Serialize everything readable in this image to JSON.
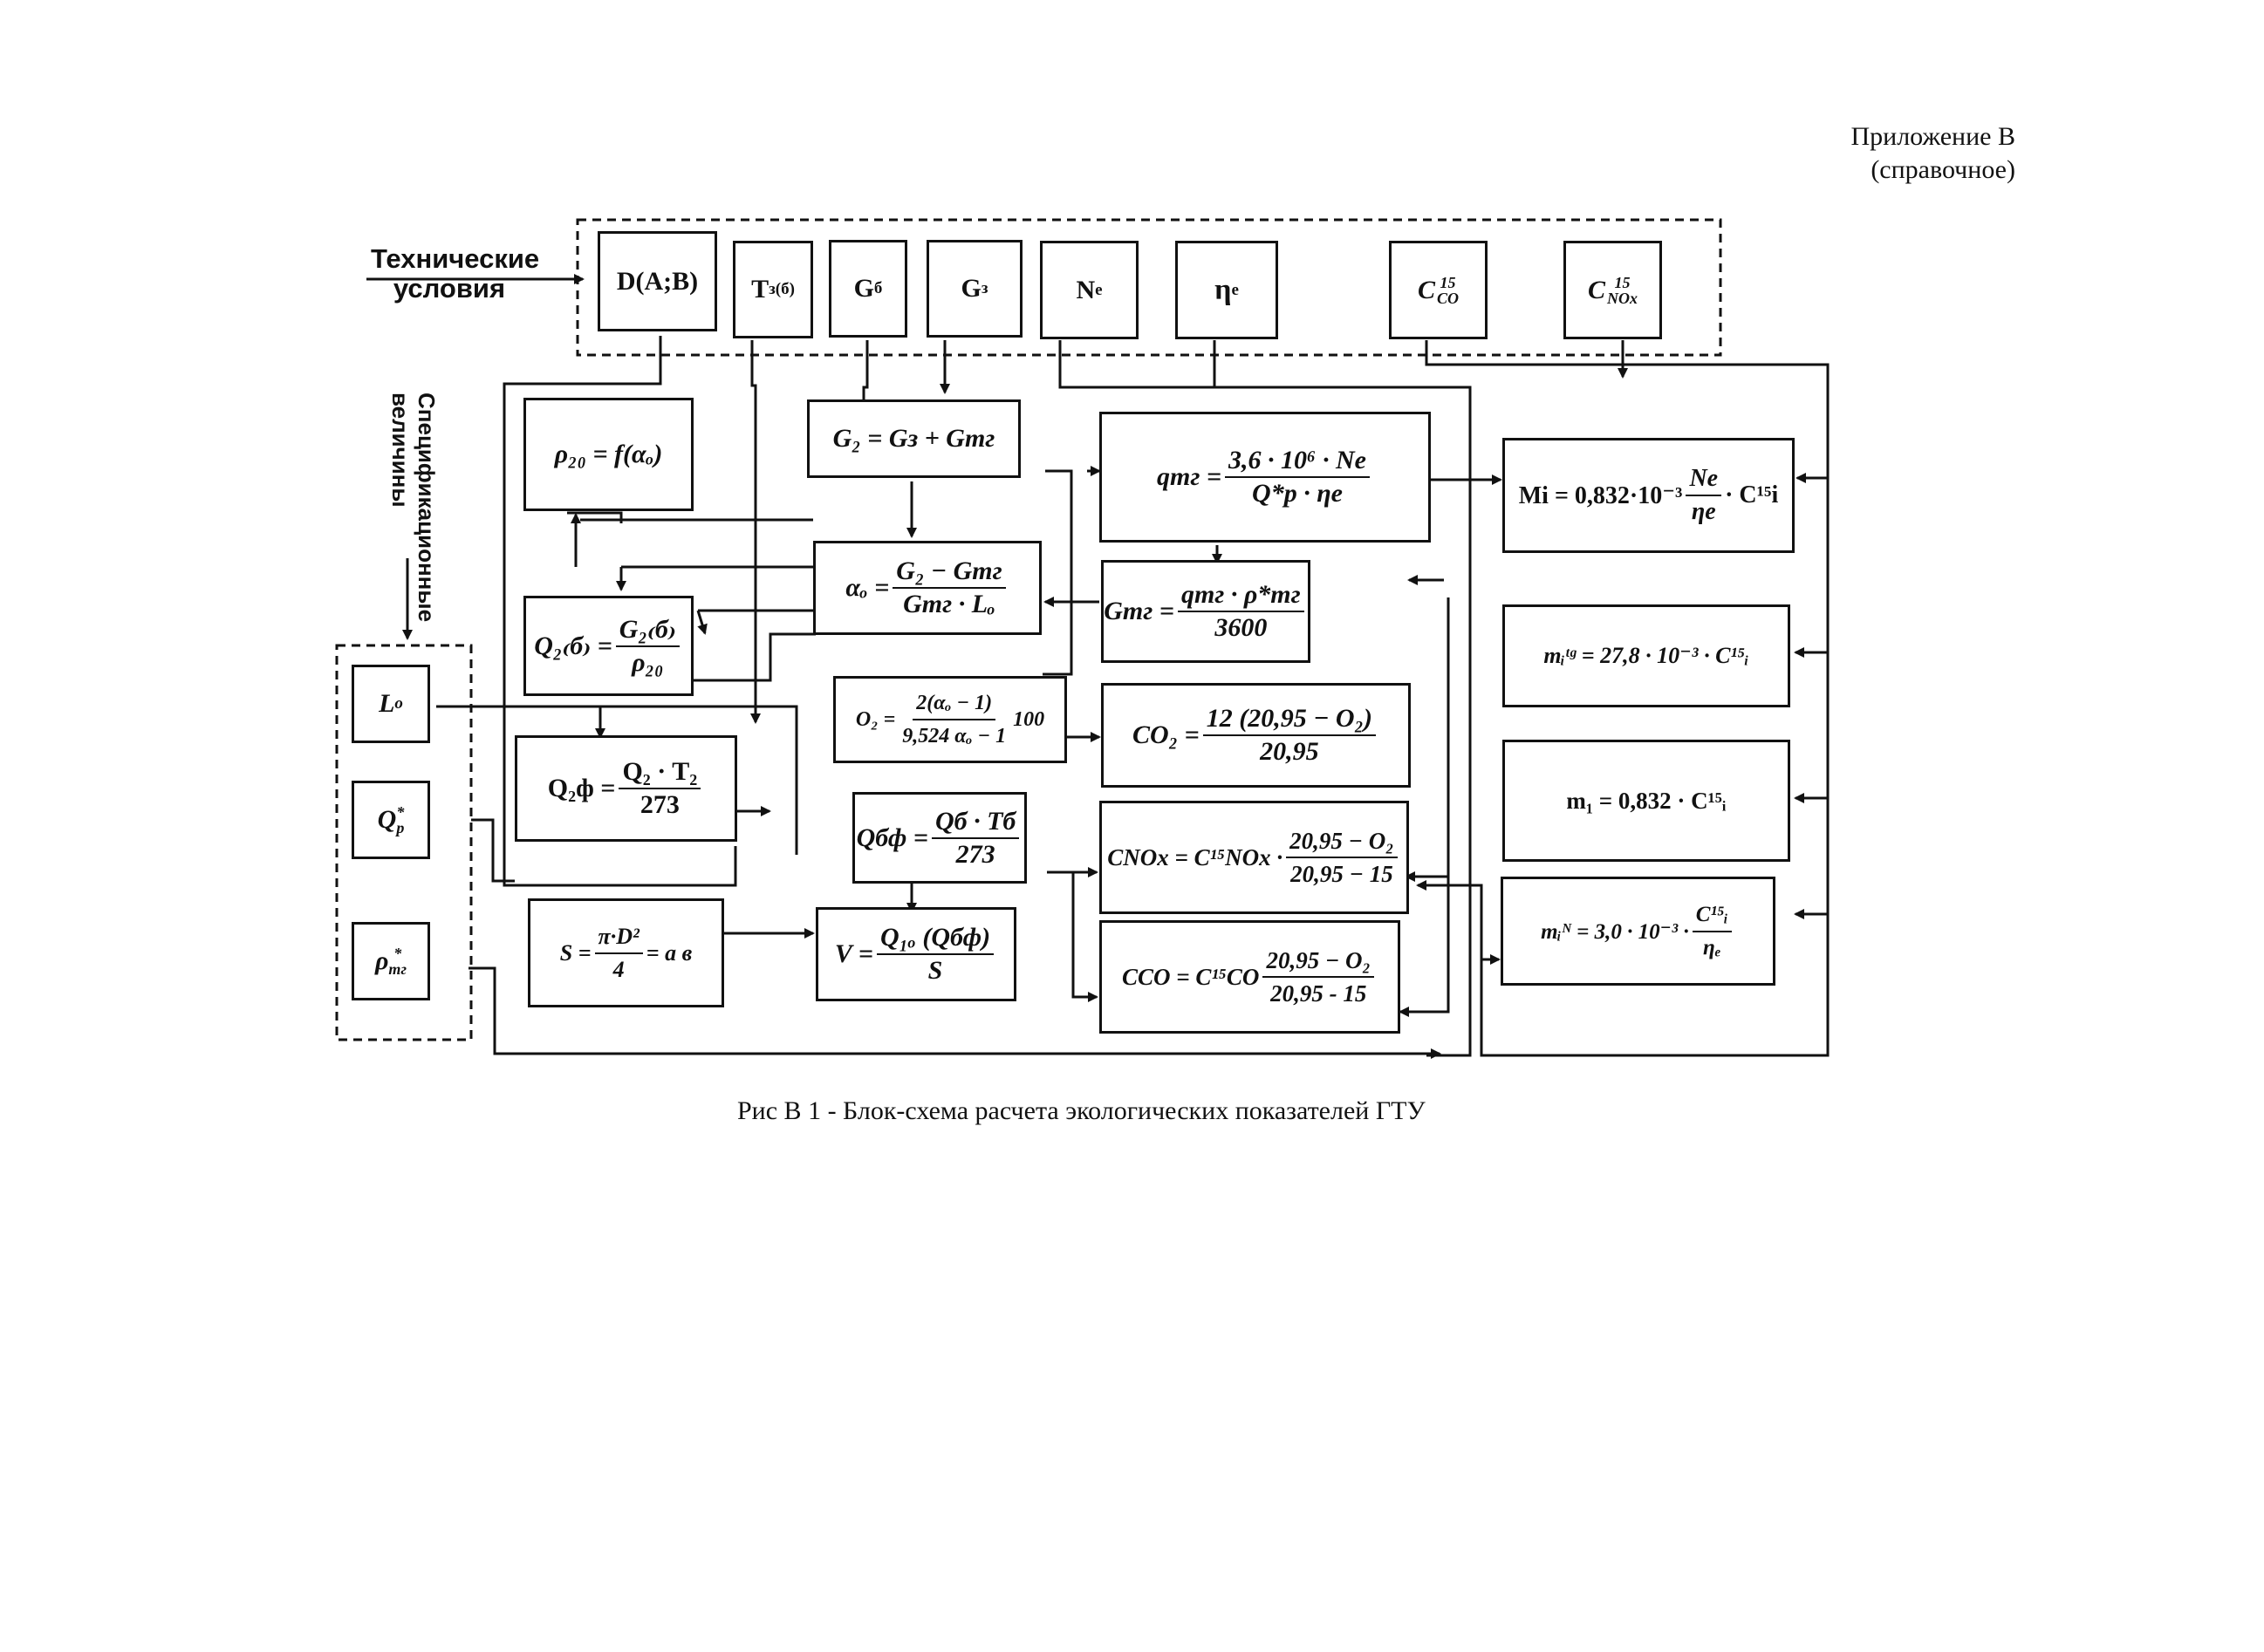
{
  "header": {
    "line1": "Приложение В",
    "line2": "(справочное)"
  },
  "labels": {
    "tech_conditions": "Технические условия",
    "spec_values": "Спецификационные величины"
  },
  "input_boxes": {
    "d": "D(A;B)",
    "t": "T",
    "t_sub": "з(б)",
    "gb": "G",
    "gb_sub": "б",
    "gz": "G",
    "gz_sub": "з",
    "ne": "N",
    "ne_sub": "e",
    "eta": "η",
    "eta_sub": "e",
    "cco": "C",
    "cco_sup": "15",
    "cco_sub": "CO",
    "cnox": "C",
    "cnox_sup": "15",
    "cnox_sub": "NOx"
  },
  "spec_boxes": {
    "l0": "L",
    "l0_sub": "o",
    "qr": "Q",
    "qr_sup": "*",
    "qr_sub": "p",
    "rho": "ρ",
    "rho_sup": "*",
    "rho_sub": "тг"
  },
  "formulas": {
    "rho20": "ρ₂₀ = f(αₒ)",
    "g2": "G₂ = Gз + Gтг",
    "alpha_lhs": "αₒ =",
    "alpha_num": "G₂ − Gтг",
    "alpha_den": "Gтг · Lₒ",
    "q2_lhs": "Q₂₍б₎ =",
    "q2_num": "G₂₍б₎",
    "q2_den": "ρ₂₀",
    "qtg_lhs": "qтг =",
    "qtg_num": "3,6 · 10⁶ · Ne",
    "qtg_den": "Q*p · ηe",
    "gtg_lhs": "Gтг =",
    "gtg_num": "qтг · ρ*тг",
    "gtg_den": "3600",
    "o2_lhs": "O₂ =",
    "o2_num": "2(αₒ − 1)",
    "o2_den": "9,524 αₒ − 1",
    "o2_tail": "100",
    "co2_lhs": "CO₂ =",
    "co2_num": "12  (20,95 − O₂)",
    "co2_den": "20,95",
    "q2f_lhs": "Q₂ф =",
    "q2f_num": "Q₂ · T₂",
    "q2f_den": "273",
    "qbf_lhs": "Qбф =",
    "qbf_num": "Qб · Tб",
    "qbf_den": "273",
    "cnox_lhs": "CNOx = C¹⁵NOx ·",
    "cnox_num": "20,95 − O₂",
    "cnox_den": "20,95 − 15",
    "s_lhs": "S =",
    "s_num": "π·D²",
    "s_den": "4",
    "s_tail": "= a  в",
    "v_lhs": "V =",
    "v_num": "Q₁ₒ (Qбф)",
    "v_den": "S",
    "cco_lhs": "CCO = C¹⁵CO",
    "cco_num": "20,95 − O₂",
    "cco_den": "20,95 - 15",
    "mi_lhs": "Mi = 0,832·10⁻³",
    "mi_num": "Ne",
    "mi_den": "ηe",
    "mi_tail": "· C¹⁵i",
    "mtg": "mᵢᵗᵍ = 27,8 · 10⁻³ · C¹⁵ᵢ",
    "m1": "m₁ = 0,832 · C¹⁵ᵢ",
    "mn_lhs": "mᵢᴺ = 3,0 · 10⁻³ ·",
    "mn_num": "C¹⁵ᵢ",
    "mn_den": "ηₑ"
  },
  "caption": "Рис  В 1 - Блок-схема расчета экологических показателей ГТУ"
}
